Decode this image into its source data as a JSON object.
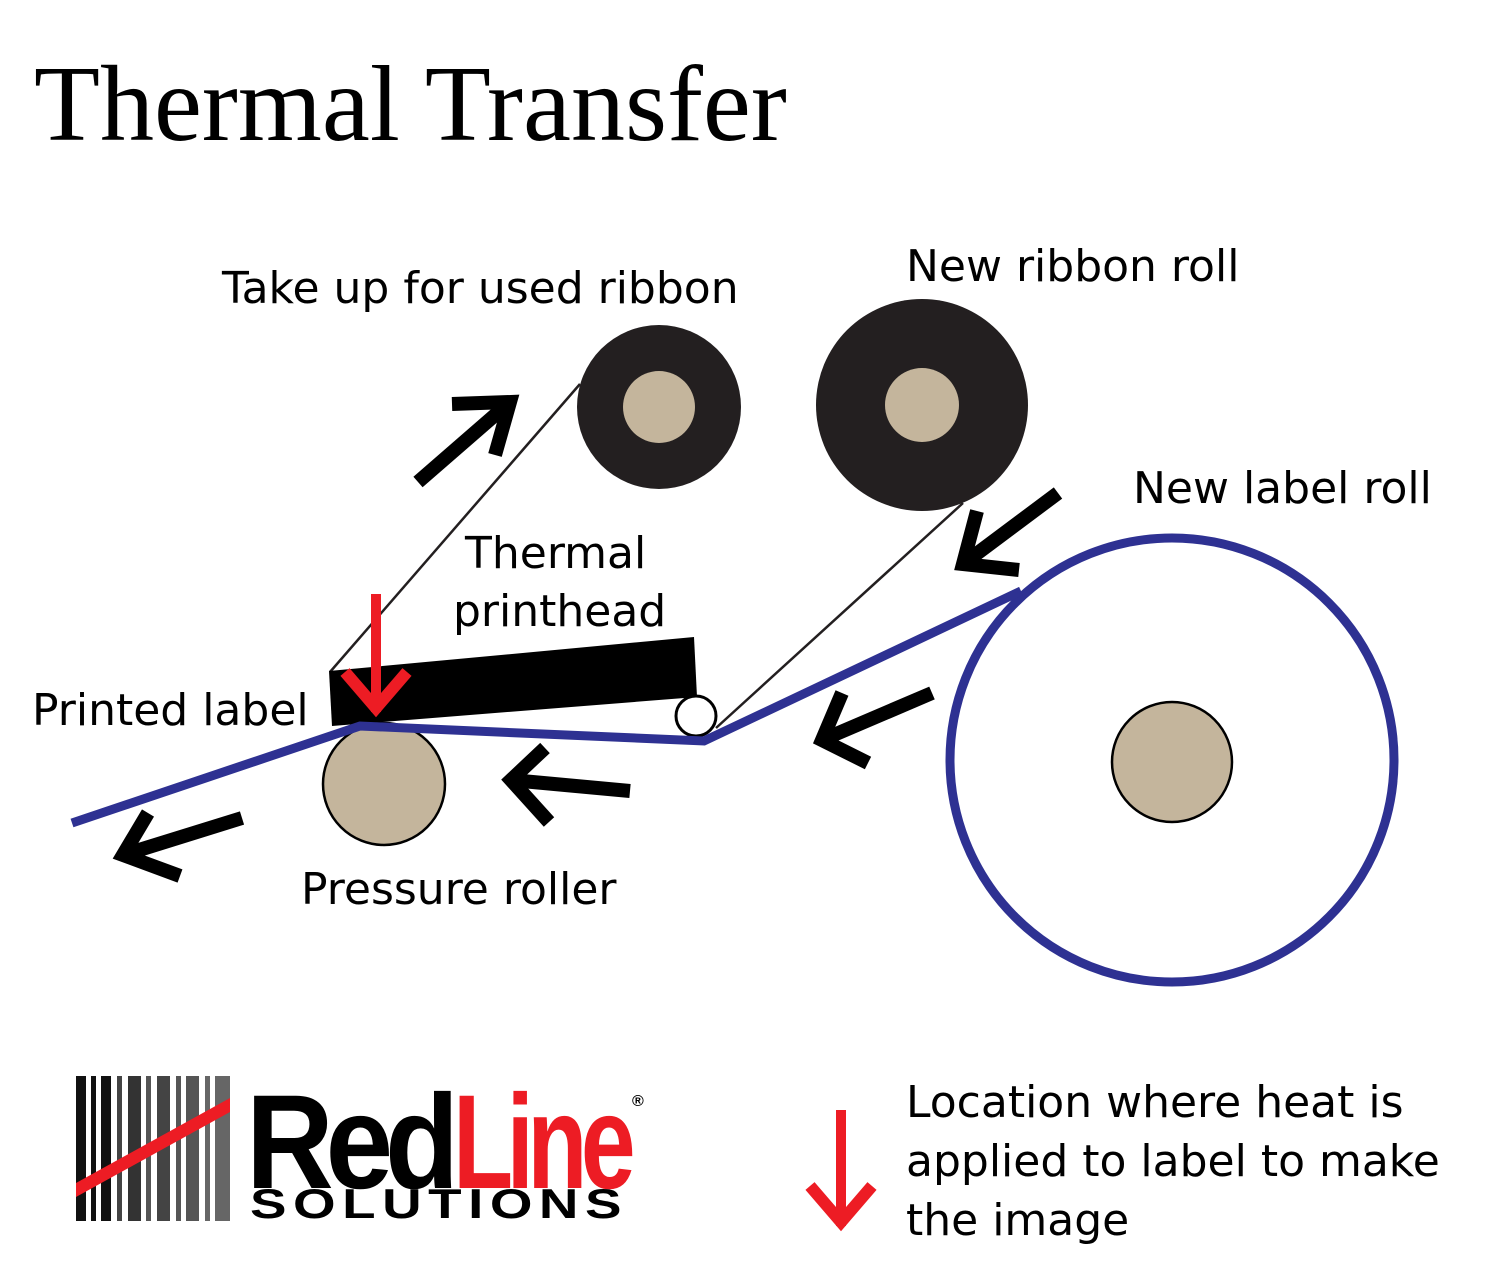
{
  "title": "Thermal Transfer",
  "labels": {
    "take_up": "Take up for used ribbon",
    "new_ribbon": "New ribbon roll",
    "new_label": "New label roll",
    "printhead_line1": "Thermal",
    "printhead_line2": "printhead",
    "printed_label": "Printed label",
    "pressure_roller": "Pressure roller"
  },
  "legend": {
    "line1": "Location where heat is",
    "line2": "applied to label to make",
    "line3": "the image"
  },
  "logo": {
    "red": "Red",
    "line": "Line",
    "registered": "®",
    "solutions": "SOLUTIONS"
  },
  "colors": {
    "label_web": "#2e3192",
    "ribbon_roll": "#231f20",
    "roll_core": "#c4b59c",
    "heat_arrow": "#ed1c24",
    "text": "#000000"
  },
  "icons": [
    "heat-arrow-icon",
    "direction-arrow-icon"
  ]
}
